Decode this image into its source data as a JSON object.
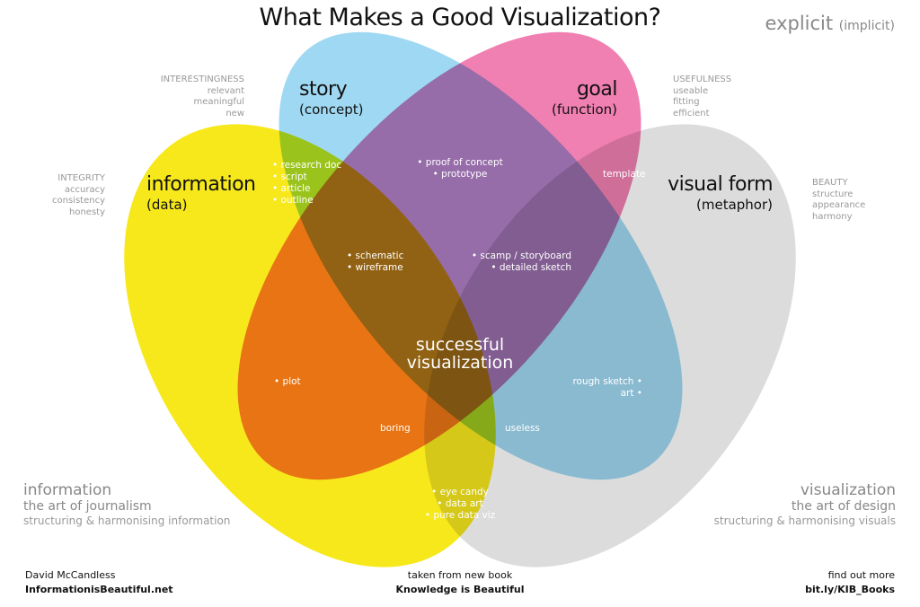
{
  "title": "What Makes a Good Visualization?",
  "legend": {
    "explicit": "explicit",
    "implicit": "(implicit)"
  },
  "colors": {
    "information": "#f7e81c",
    "story": "#9fd8f2",
    "goal": "#f07fb2",
    "visual_form": "#dcdcdc"
  },
  "sets": {
    "information": {
      "name": "information",
      "sub": "(data)"
    },
    "story": {
      "name": "story",
      "sub": "(concept)"
    },
    "goal": {
      "name": "goal",
      "sub": "(function)"
    },
    "visual_form": {
      "name": "visual form",
      "sub": "(metaphor)"
    }
  },
  "qualities": {
    "interestingness": [
      "INTERESTINGNESS",
      "relevant",
      "meaningful",
      "new"
    ],
    "integrity": [
      "INTEGRITY",
      "accuracy",
      "consistency",
      "honesty"
    ],
    "usefulness": [
      "USEFULNESS",
      "useable",
      "fitting",
      "efficient"
    ],
    "beauty": [
      "BEAUTY",
      "structure",
      "appearance",
      "harmony"
    ]
  },
  "regions": {
    "info_story": [
      "• research doc",
      "• script",
      "• article",
      "• outline"
    ],
    "story_goal": [
      "• proof of concept",
      "• prototype"
    ],
    "goal_visual": [
      "template"
    ],
    "info_story_goal": [
      "• schematic",
      "• wireframe"
    ],
    "story_goal_visual": [
      "• scamp / storyboard",
      "• detailed sketch"
    ],
    "info_goal": [
      "• plot"
    ],
    "story_visual": [
      "rough sketch •",
      "art •"
    ],
    "boring": "boring",
    "useless": "useless",
    "info_visual": [
      "• eye candy",
      "• data art",
      "• pure data viz"
    ],
    "center": [
      "successful",
      "visualization"
    ]
  },
  "footer": {
    "left": {
      "title": "information",
      "sub": "the art of journalism",
      "desc": "structuring & harmonising information"
    },
    "right": {
      "title": "visualization",
      "sub": "the art of design",
      "desc": "structuring & harmonising visuals"
    },
    "author": "David McCandless",
    "site": "InformationisBeautiful.net",
    "book_line": "taken from new book",
    "book": "Knowledge is Beautiful",
    "more": "find out more",
    "link": "bit.ly/KIB_Books"
  }
}
